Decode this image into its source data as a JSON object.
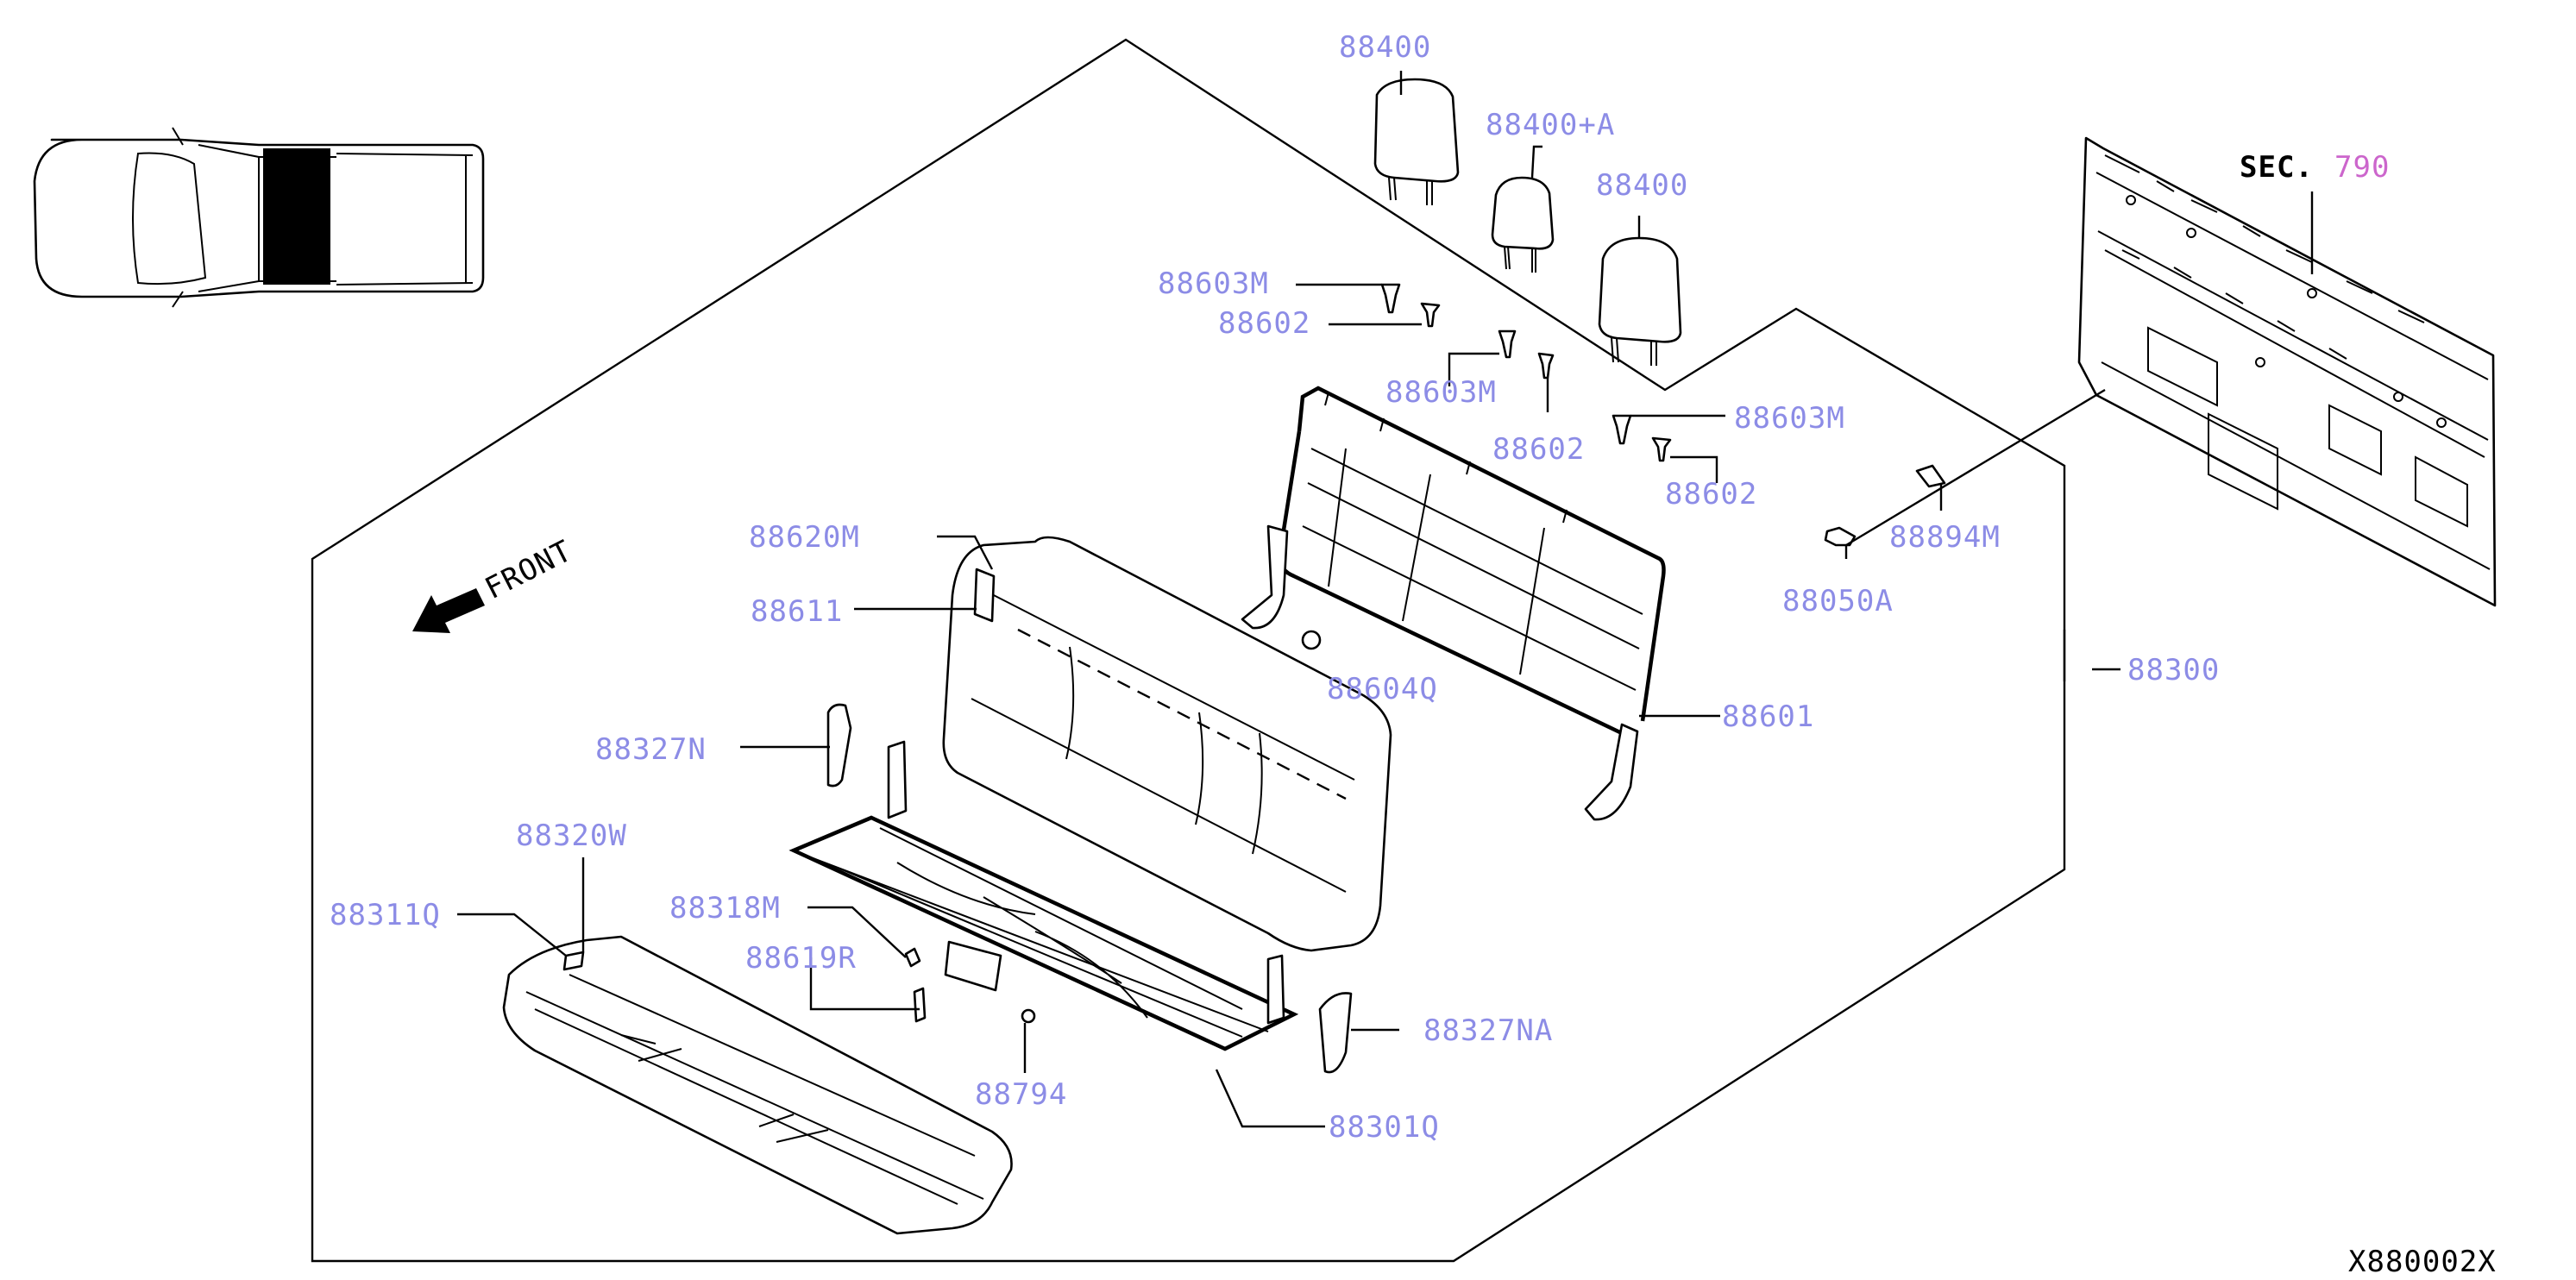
{
  "colors": {
    "label": "#8c8ce6",
    "label_sec": "#cc66cc",
    "line": "#000000",
    "background": "#ffffff"
  },
  "header": {
    "front_label": "FRONT",
    "sec_prefix": "SEC.",
    "sec_number": "790",
    "diagram_code": "X880002X"
  },
  "callouts": {
    "hr_center": "88400",
    "hr_plus": "88400+A",
    "hr_right": "88400",
    "guide_m_left": "88603M",
    "guide_left": "88602",
    "guide_m_mid": "88603M",
    "guide_mid": "88602",
    "guide_m_right": "88603M",
    "guide_right": "88602",
    "bracket": "88894M",
    "bolt": "88050A",
    "back_cover_m": "88620M",
    "back_trim": "88611",
    "back_lock": "88604Q",
    "back_frame": "88601",
    "assembly_ref": "88300",
    "hinge_cover_left": "88327N",
    "cushion_trim": "88320W",
    "cushion": "88311Q",
    "latch": "88318M",
    "striker": "88619R",
    "clip": "88794",
    "cushion_frame": "88301Q",
    "hinge_cover_right": "88327NA"
  }
}
